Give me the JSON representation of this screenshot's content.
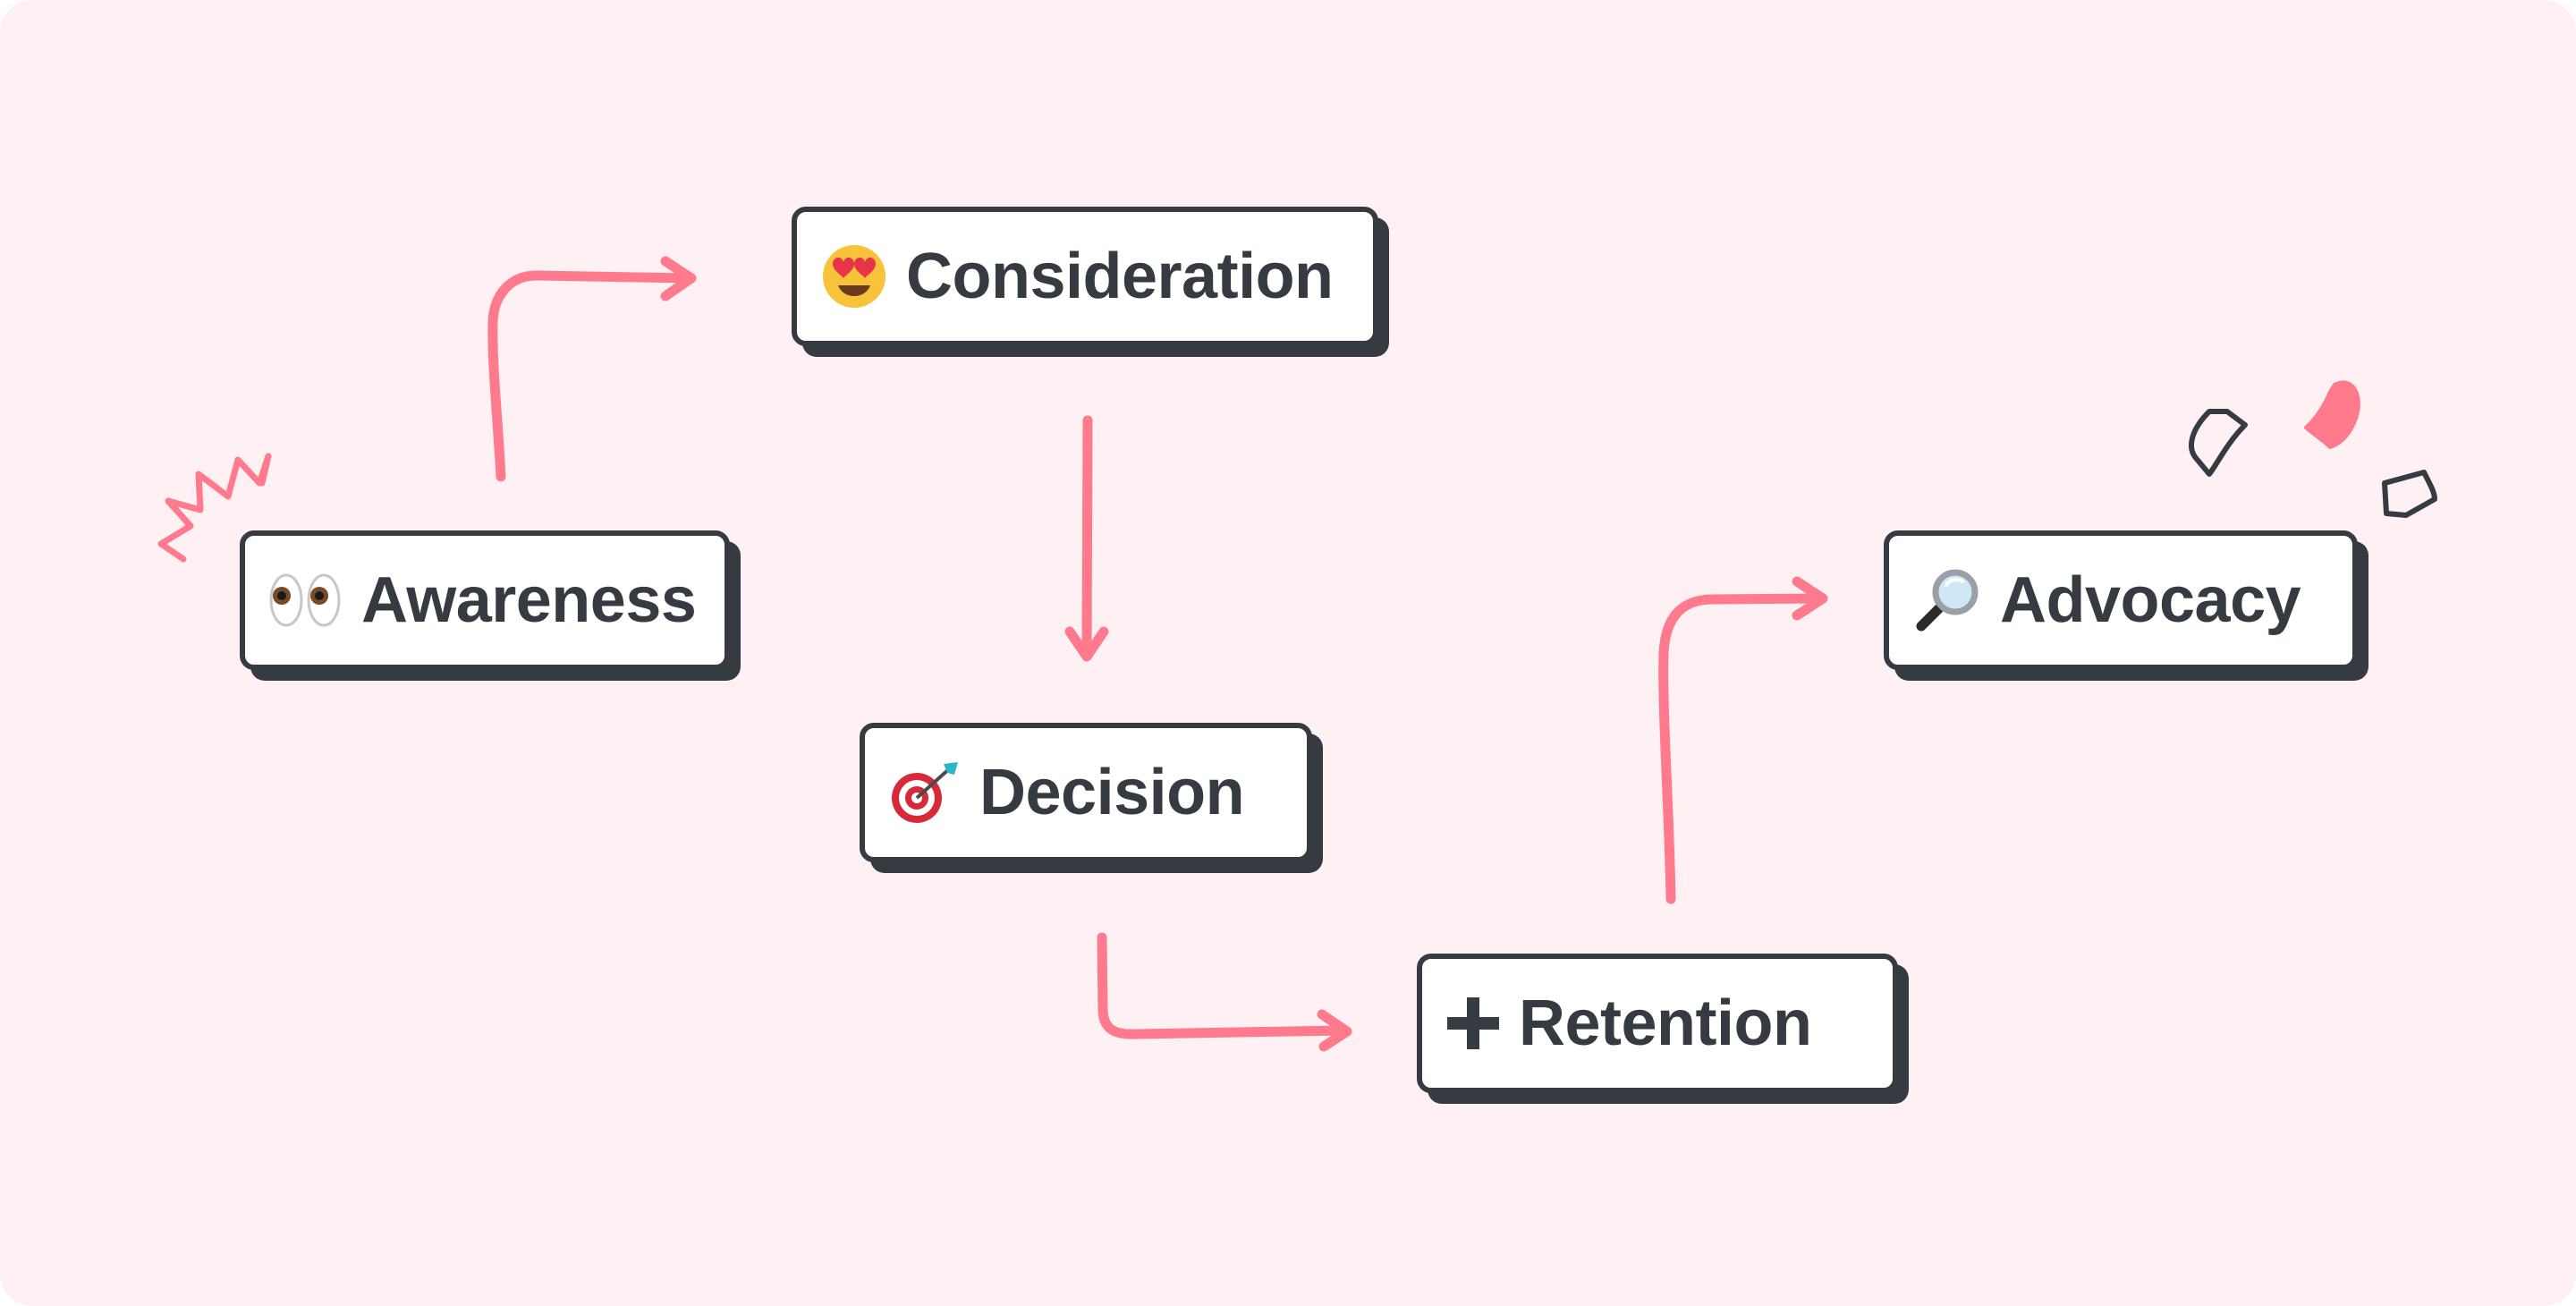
{
  "colors": {
    "background": "#fff1f3",
    "ink": "#363b42",
    "accent": "#ff7a8c",
    "card": "#ffffff"
  },
  "stages": [
    {
      "id": "awareness",
      "label": "Awareness",
      "icon": "eyes-icon"
    },
    {
      "id": "consideration",
      "label": "Consideration",
      "icon": "heart-eyes-face-icon"
    },
    {
      "id": "decision",
      "label": "Decision",
      "icon": "bullseye-dart-icon"
    },
    {
      "id": "retention",
      "label": "Retention",
      "icon": "plus-icon"
    },
    {
      "id": "advocacy",
      "label": "Advocacy",
      "icon": "magnifying-glass-icon"
    }
  ],
  "flow": [
    [
      "awareness",
      "consideration"
    ],
    [
      "consideration",
      "decision"
    ],
    [
      "decision",
      "retention"
    ],
    [
      "retention",
      "advocacy"
    ]
  ],
  "decorations": [
    "zigzag-sparkle",
    "confetti"
  ]
}
